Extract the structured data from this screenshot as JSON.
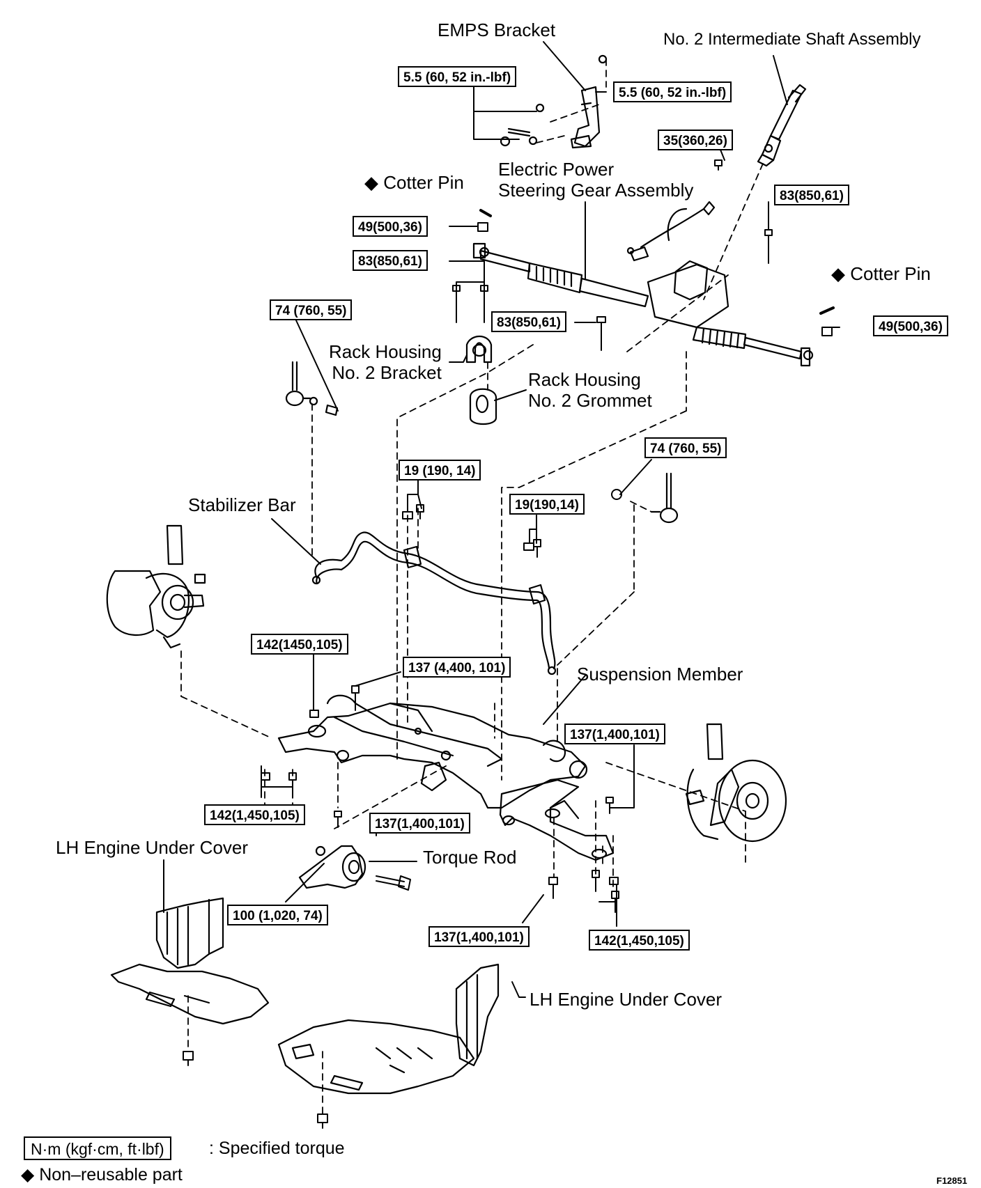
{
  "labels": {
    "emps_bracket": "EMPS Bracket",
    "intermediate_shaft": "No. 2 Intermediate Shaft Assembly",
    "cotter_pin_left": "Cotter Pin",
    "cotter_pin_right": "Cotter Pin",
    "steering_gear_line1": "Electric Power",
    "steering_gear_line2": "Steering Gear Assembly",
    "rack_bracket_line1": "Rack Housing",
    "rack_bracket_line2": "No. 2 Bracket",
    "rack_grommet_line1": "Rack Housing",
    "rack_grommet_line2": "No. 2 Grommet",
    "stabilizer_bar": "Stabilizer Bar",
    "suspension_member": "Suspension Member",
    "torque_rod": "Torque Rod",
    "lh_cover_left": "LH Engine Under Cover",
    "lh_cover_bottom": "LH Engine Under Cover"
  },
  "torque_specs": {
    "emps_left": "5.5 (60, 52 in.-lbf)",
    "emps_right": "5.5 (60, 52 in.-lbf)",
    "shaft": "35(360,26)",
    "rack_right_bolt": "83(850,61)",
    "tie_rod_left": "49(500,36)",
    "bracket_left": "83(850,61)",
    "bracket_mid": "83(850,61)",
    "tie_rod_right": "49(500,36)",
    "link_left": "74 (760, 55)",
    "link_right": "74 (760, 55)",
    "stab_left": "19 (190, 14)",
    "stab_right": "19(190,14)",
    "member_top_left": "142(1450,105)",
    "member_top_mid": "137 (4,400, 101)",
    "member_right": "137(1,400,101)",
    "member_bottom_left": "142(1,450,105)",
    "member_bottom_mid": "137(1,400,101)",
    "torque_rod_bolt": "100 (1,020, 74)",
    "lower_arm_bolt": "137(1,400,101)",
    "lower_arm_right": "142(1,450,105)"
  },
  "legend": {
    "unit_box": "N·m (kgf·cm, ft·lbf)",
    "unit_desc": ": Specified torque",
    "nonreusable_symbol": "◆",
    "nonreusable_desc": "Non–reusable part"
  },
  "figure_id": "F12851"
}
